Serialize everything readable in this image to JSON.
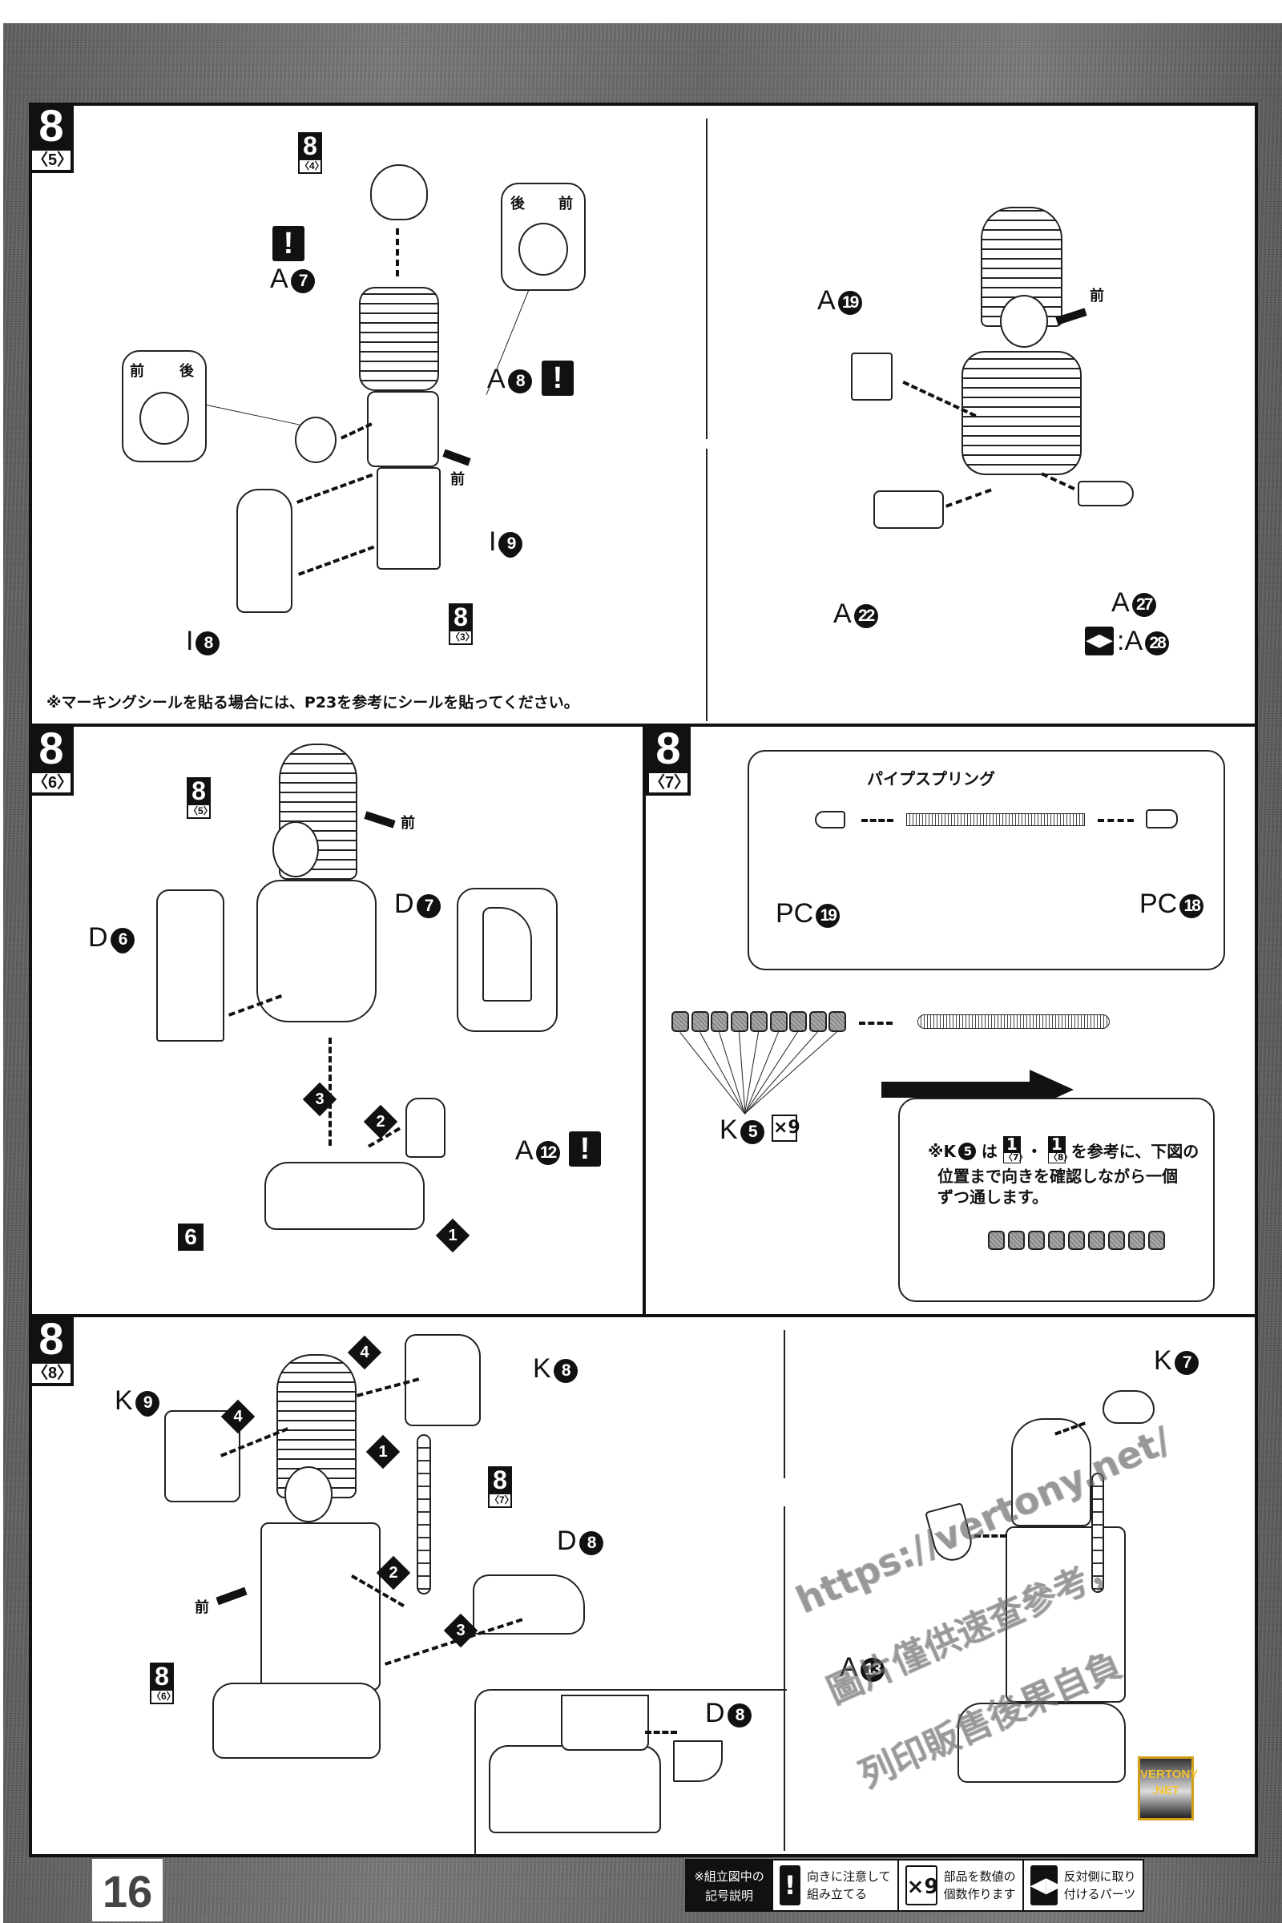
{
  "page": {
    "number": "16"
  },
  "panels": {
    "p85": {
      "step": {
        "num": "8",
        "sub": "〈5〉"
      },
      "refs": {
        "top": {
          "num": "8",
          "sub": "〈4〉"
        },
        "bottom": {
          "num": "8",
          "sub": "〈3〉"
        }
      },
      "labels": {
        "a7": {
          "letter": "A",
          "num": "7"
        },
        "a8": {
          "letter": "A",
          "num": "8"
        },
        "i9": {
          "letter": "I",
          "num": "9"
        },
        "i8": {
          "letter": "I",
          "num": "8"
        }
      },
      "warn": "!",
      "detail_left": {
        "front": "前",
        "back": "後"
      },
      "detail_right": {
        "back": "後",
        "front": "前"
      },
      "front_arrow": "前",
      "note": "※マーキングシールを貼る場合には、P23を参考にシールを貼ってください。"
    },
    "p85b": {
      "labels": {
        "a19": {
          "letter": "A",
          "num": "19"
        },
        "a22": {
          "letter": "A",
          "num": "22"
        },
        "a27": {
          "letter": "A",
          "num": "27"
        },
        "a28": {
          "letter": "A",
          "num": "28"
        }
      },
      "front_arrow": "前",
      "mirror_sep": ":"
    },
    "p86": {
      "step": {
        "num": "8",
        "sub": "〈6〉"
      },
      "ref": {
        "num": "8",
        "sub": "〈5〉"
      },
      "labels": {
        "d6": {
          "letter": "D",
          "num": "6"
        },
        "d7": {
          "letter": "D",
          "num": "7"
        },
        "a12": {
          "letter": "A",
          "num": "12"
        }
      },
      "base": "6",
      "order": [
        "1",
        "2",
        "3"
      ],
      "front_arrow": "前",
      "warn": "!"
    },
    "p87": {
      "step": {
        "num": "8",
        "sub": "〈7〉"
      },
      "spring_label": "パイプスプリング",
      "labels": {
        "pc19": {
          "letter": "PC",
          "num": "19"
        },
        "pc18": {
          "letter": "PC",
          "num": "18"
        },
        "k5": {
          "letter": "K",
          "num": "5"
        }
      },
      "count": "×9",
      "segment_count": 9,
      "note": {
        "prefix": "※K",
        "num": "5",
        "ha": "は",
        "ref1": {
          "num": "1",
          "sub": "〈7〉"
        },
        "dot": "・",
        "ref2": {
          "num": "1",
          "sub": "〈8〉"
        },
        "line1": "を参考に、下図の",
        "line2": "位置まで向きを確認しながら一個",
        "line3": "ずつ通します。"
      }
    },
    "p88": {
      "step": {
        "num": "8",
        "sub": "〈8〉"
      },
      "refs": {
        "hose": {
          "num": "8",
          "sub": "〈7〉"
        },
        "base": {
          "num": "8",
          "sub": "〈6〉"
        }
      },
      "labels": {
        "k8": {
          "letter": "K",
          "num": "8"
        },
        "k9": {
          "letter": "K",
          "num": "9"
        },
        "d8": {
          "letter": "D",
          "num": "8"
        },
        "d8b": {
          "letter": "D",
          "num": "8"
        },
        "k7": {
          "letter": "K",
          "num": "7"
        },
        "a13": {
          "letter": "A",
          "num": "13"
        }
      },
      "order": [
        "1",
        "2",
        "3",
        "4",
        "4"
      ],
      "front_arrow": "前"
    }
  },
  "watermark": {
    "line1": "https://vertony.net/",
    "line2": "圖片僅供速查參考，",
    "line3": "列印販售後果自負",
    "logo1": "VERTONY",
    "logo2": ".NET"
  },
  "legend": {
    "head1": "※組立図中の",
    "head2": "記号説明",
    "items": [
      {
        "icon": "!",
        "line1": "向きに注意して",
        "line2": "組み立てる"
      },
      {
        "icon": "×9",
        "line1": "部品を数値の",
        "line2": "個数作ります"
      },
      {
        "icon": "◀▶",
        "line1": "反対側に取り",
        "line2": "付けるパーツ"
      }
    ]
  }
}
